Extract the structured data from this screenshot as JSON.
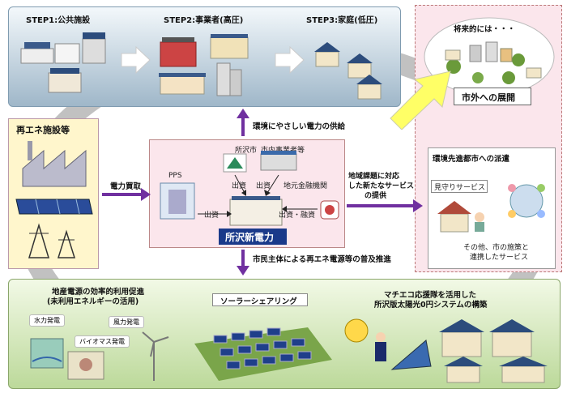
{
  "top": {
    "step1": "STEP1:公共施設",
    "step2": "STEP2:事業者(高圧)",
    "step3": "STEP3:家庭(低圧)"
  },
  "future": {
    "bubble": "将来的には・・・",
    "expand": "市外への展開"
  },
  "renew": {
    "title": "再エネ施設等"
  },
  "flows": {
    "buy": "電力買取",
    "supply": "環境にやさしい電力の供給",
    "service_line1": "地域課題に対応",
    "service_line2": "した新たなサービス",
    "service_line3": "の提供",
    "promote": "市民主体による再エネ電源等の普及推進"
  },
  "center": {
    "pps": "PPS",
    "city": "所沢市",
    "biz": "市内事業者等",
    "bank": "地元金融機関",
    "inv1": "出資",
    "inv2": "出資",
    "inv3": "出資",
    "inv4": "出資・融資",
    "company": "所沢新電力"
  },
  "dispatch": {
    "title": "環境先進都市への派遣",
    "watch": "見守りサービス",
    "other_line1": "その他、市の施策と",
    "other_line2": "連携したサービス"
  },
  "bottom": {
    "local_line1": "地産電源の効率的利用促進",
    "local_line2": "(未利用エネルギーの活用)",
    "water": "水力発電",
    "wind": "風力発電",
    "bio": "バイオマス発電",
    "sharing": "ソーラーシェアリング",
    "zero_line1": "マチエコ応援隊を活用した",
    "zero_line2": "所沢版太陽光0円システムの構築"
  }
}
